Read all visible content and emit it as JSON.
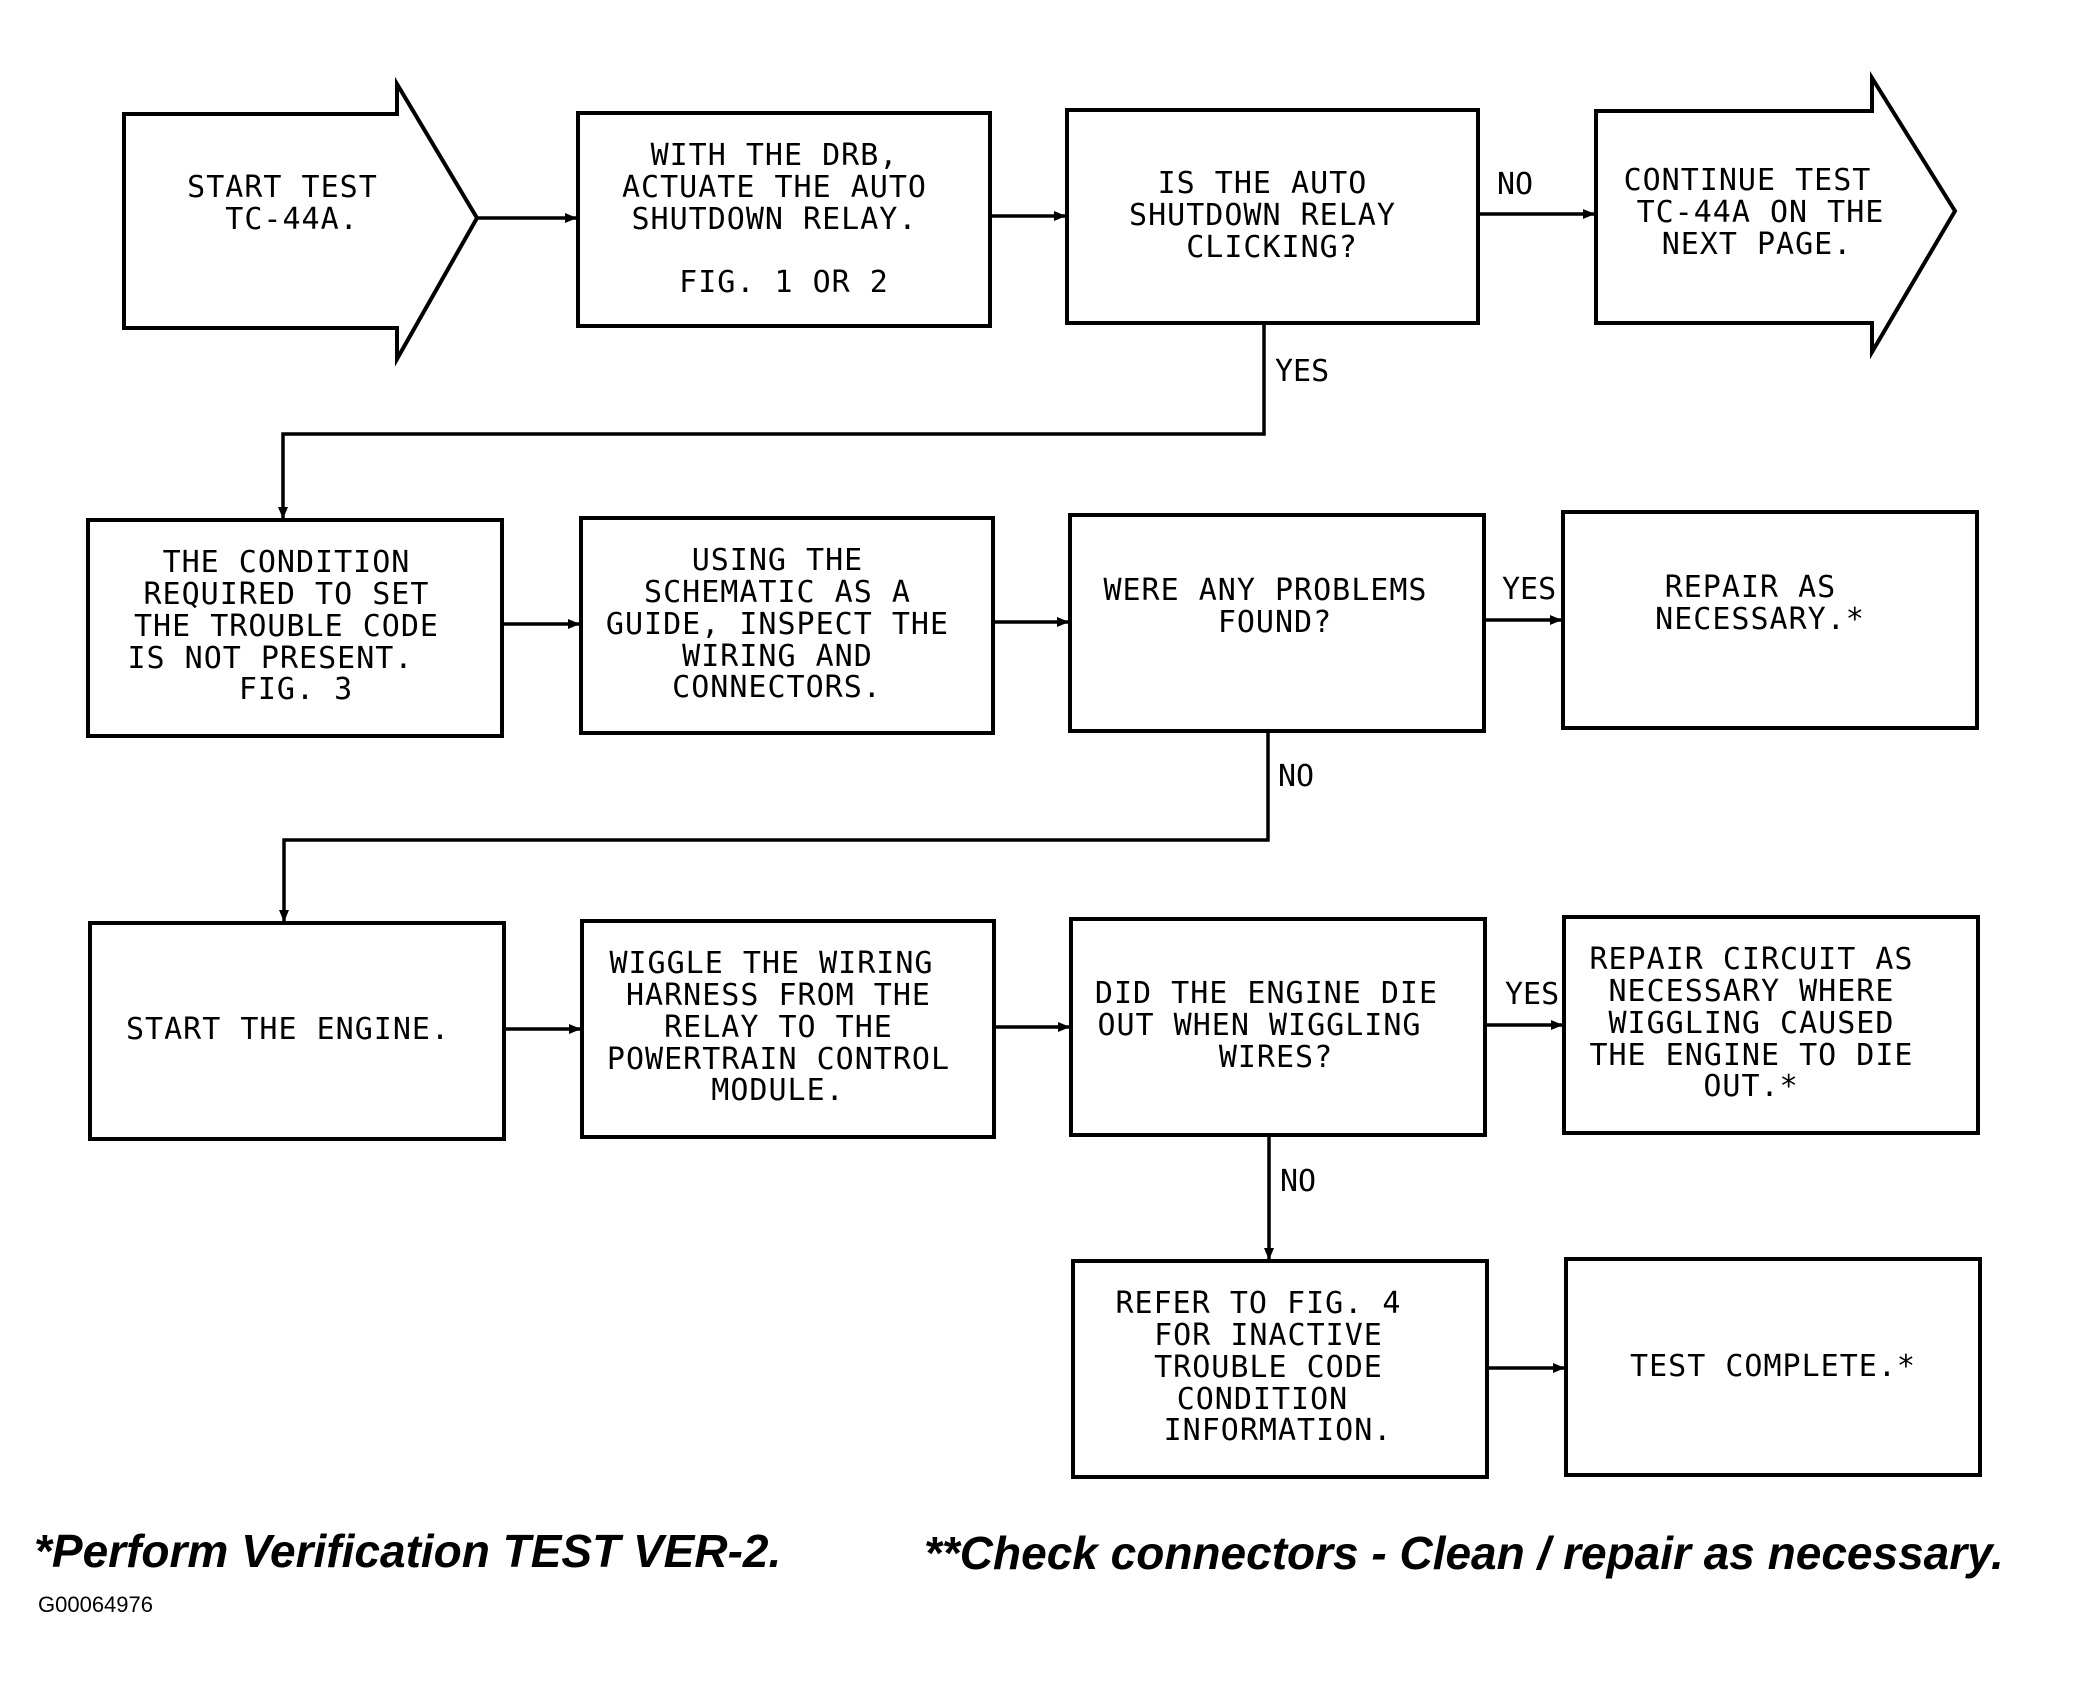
{
  "nodes": {
    "start": [
      "START TEST",
      "TC-44A."
    ],
    "actuate": [
      "WITH THE DRB,",
      "ACTUATE THE AUTO",
      "SHUTDOWN RELAY.",
      "",
      "FIG. 1 OR 2"
    ],
    "clicking": [
      "IS THE AUTO",
      "SHUTDOWN RELAY",
      "CLICKING?"
    ],
    "continue": [
      "CONTINUE TEST",
      "TC-44A ON THE",
      "NEXT PAGE."
    ],
    "condition": [
      "THE CONDITION",
      "REQUIRED TO SET",
      "THE TROUBLE CODE",
      "IS NOT PRESENT.",
      "FIG. 3"
    ],
    "inspect": [
      "USING THE",
      "SCHEMATIC AS A",
      "GUIDE, INSPECT THE",
      "WIRING AND",
      "CONNECTORS."
    ],
    "problems": [
      "WERE ANY PROBLEMS",
      "FOUND?"
    ],
    "repair": [
      "REPAIR AS",
      "NECESSARY.*"
    ],
    "start_engine": [
      "START THE ENGINE."
    ],
    "wiggle": [
      "WIGGLE THE WIRING",
      "HARNESS FROM THE",
      "RELAY TO THE",
      "POWERTRAIN CONTROL",
      "MODULE."
    ],
    "die_out": [
      "DID THE ENGINE DIE",
      "OUT WHEN WIGGLING",
      "WIRES?"
    ],
    "repair_circuit": [
      "REPAIR CIRCUIT AS",
      "NECESSARY WHERE",
      "WIGGLING CAUSED",
      "THE ENGINE TO DIE",
      "OUT.*"
    ],
    "refer": [
      "REFER TO FIG. 4",
      "FOR INACTIVE",
      "TROUBLE CODE",
      "CONDITION",
      "INFORMATION."
    ],
    "complete": [
      "TEST COMPLETE.*"
    ]
  },
  "edge_labels": {
    "clicking_no": "NO",
    "clicking_yes": "YES",
    "problems_yes": "YES",
    "problems_no": "NO",
    "die_out_yes": "YES",
    "die_out_no": "NO"
  },
  "footnotes": {
    "verification": "*Perform Verification TEST VER-2.",
    "connectors": "**Check connectors - Clean / repair as necessary."
  },
  "figure_id": "G00064976"
}
